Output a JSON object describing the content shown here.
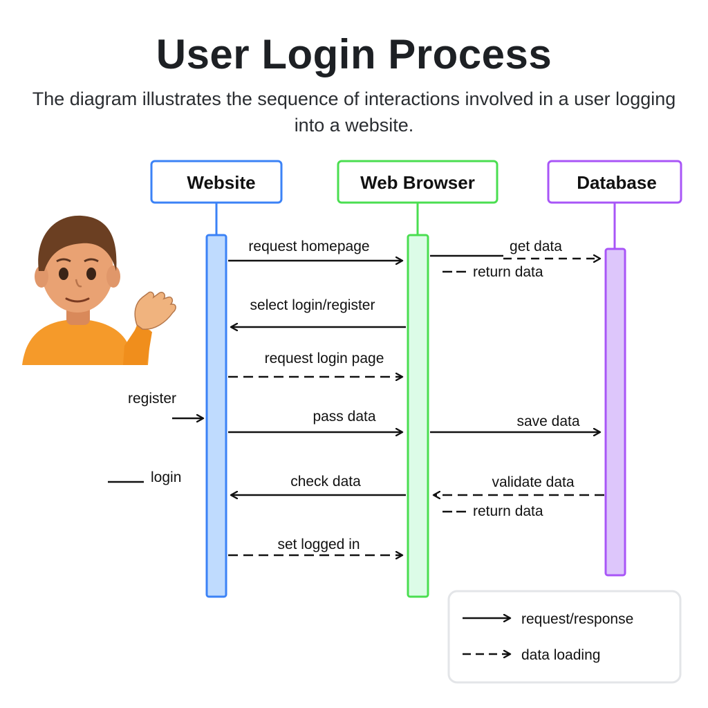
{
  "title": "User Login Process",
  "subtitle": "The diagram illustrates the sequence of interactions involved in a user logging into a website.",
  "participants": [
    {
      "label": "Website",
      "color": "#3b82f6",
      "fill": "#bfdbfe"
    },
    {
      "label": "Web Browser",
      "color": "#4ade50",
      "fill": "#dcfce7"
    },
    {
      "label": "Database",
      "color": "#a855f7",
      "fill": "#ddc6fb"
    }
  ],
  "user": {
    "icon": "waving-person-icon"
  },
  "messages": {
    "request_homepage": "request homepage",
    "get_data": "get data",
    "return_data_1": "return data",
    "select_login": "select login/register",
    "request_login_page": "request login page",
    "register": "register",
    "pass_data": "pass data",
    "save_data": "save data",
    "login": "login",
    "check_data": "check data",
    "validate_data": "validate data",
    "return_data_2": "return data",
    "set_logged_in": "set logged in"
  },
  "legend": {
    "solid": "request/response",
    "dashed": "data loading"
  }
}
